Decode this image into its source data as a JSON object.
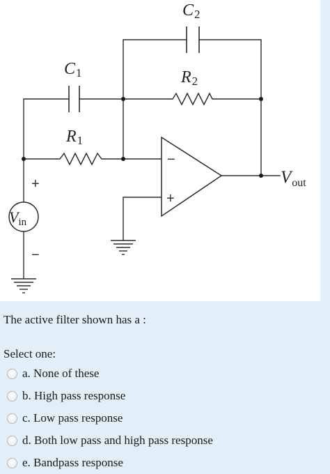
{
  "diagram": {
    "c1": {
      "symbol": "C",
      "sub": "1"
    },
    "c2": {
      "symbol": "C",
      "sub": "2"
    },
    "r1": {
      "symbol": "R",
      "sub": "1"
    },
    "r2": {
      "symbol": "R",
      "sub": "2"
    },
    "vin": {
      "symbol": "V",
      "sub": "in"
    },
    "vout": {
      "symbol": "V",
      "sub": "out"
    },
    "minus_input": "−",
    "plus_input": "+",
    "source_plus": "+",
    "source_minus": "−"
  },
  "question": {
    "text": "The active filter shown has a :",
    "prompt": "Select one:"
  },
  "options": [
    {
      "label": "a. None of these"
    },
    {
      "label": "b. High pass response"
    },
    {
      "label": "c. Low pass response"
    },
    {
      "label": "d. Both low pass and high pass response"
    },
    {
      "label": "e. Bandpass response"
    }
  ]
}
